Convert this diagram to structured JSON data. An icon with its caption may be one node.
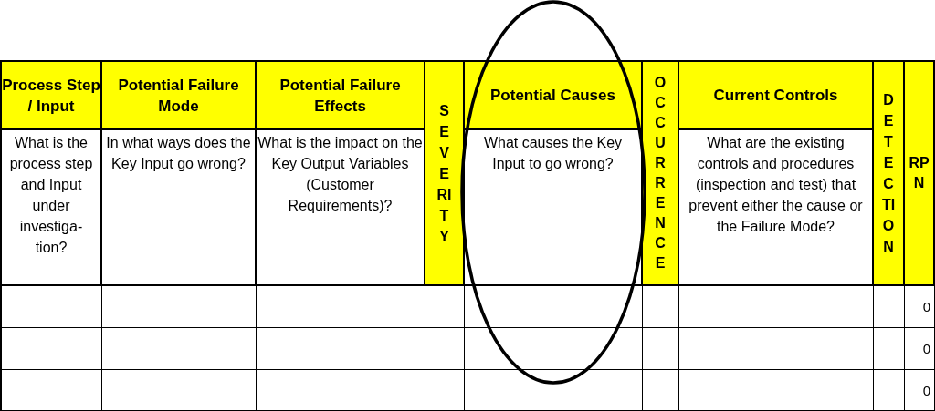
{
  "diagram": {
    "labels": [
      "Process Step / Input",
      "Potential Failure Mode",
      "Potential Failure Effects",
      "SEVERITY",
      "Potential Causes",
      "OCCURRENCE",
      "Current Controls",
      "DETECTION",
      "RPN",
      "What is the process step and Input under investiga- tion?",
      "In what ways does the Key Input go wrong?",
      "What is the impact on the Key Output Variables (Customer Requirements)?",
      "What causes the Key Input to go wrong?",
      "What are the existing controls and procedures (inspection and test) that prevent either the cause or the Failure Mode?",
      "0",
      "0",
      "0"
    ]
  }
}
